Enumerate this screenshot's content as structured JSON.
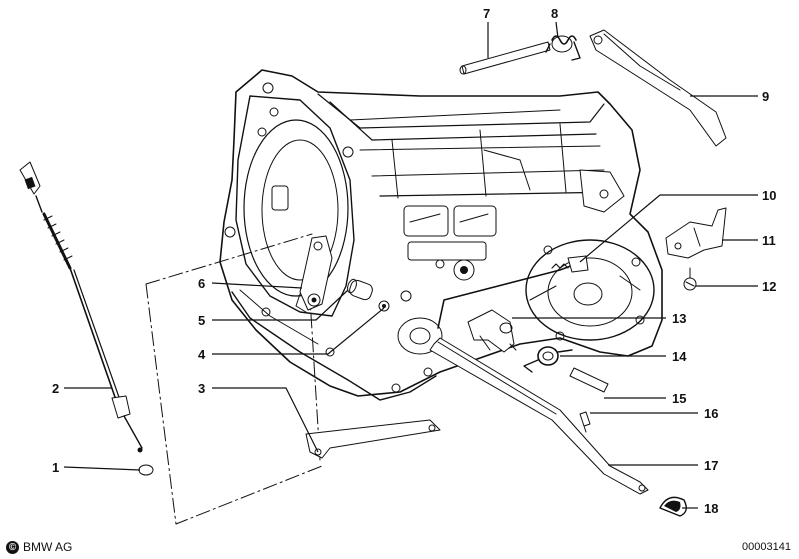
{
  "callouts": [
    {
      "num": "1"
    },
    {
      "num": "2"
    },
    {
      "num": "3"
    },
    {
      "num": "4"
    },
    {
      "num": "5"
    },
    {
      "num": "6"
    },
    {
      "num": "7"
    },
    {
      "num": "8"
    },
    {
      "num": "9"
    },
    {
      "num": "10"
    },
    {
      "num": "11"
    },
    {
      "num": "12"
    },
    {
      "num": "13"
    },
    {
      "num": "14"
    },
    {
      "num": "15"
    },
    {
      "num": "16"
    },
    {
      "num": "17"
    },
    {
      "num": "18"
    }
  ],
  "footer": {
    "copyright_symbol": "©",
    "brand": "BMW AG",
    "diagram_number": "00003141"
  }
}
